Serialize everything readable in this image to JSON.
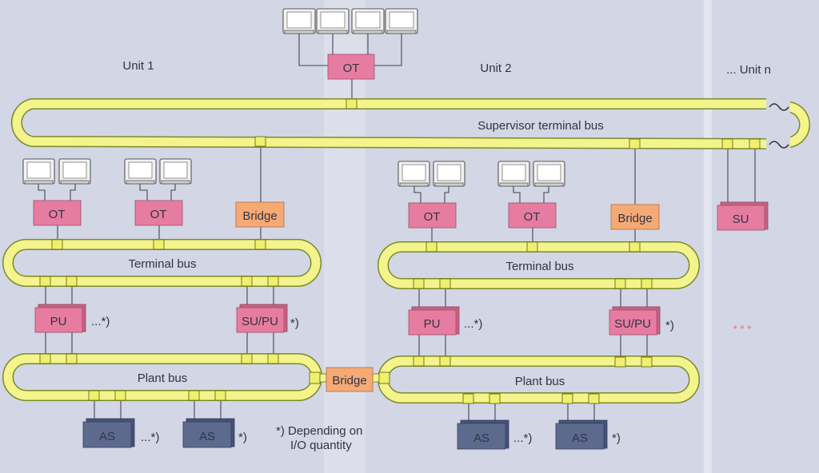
{
  "colors": {
    "background": "#d3d6e4",
    "panel_light": "#dfe1ec",
    "bus_fill": "#f4f48c",
    "bus_edge": "#7c8a2a",
    "ot_box": "#e67da0",
    "pu_box": "#e67da0",
    "bridge_box": "#f5aa75",
    "as_box": "#5c6a8e",
    "dots": "#e98fa8"
  },
  "labels": {
    "unit1": "Unit 1",
    "unit2": "Unit 2",
    "unitn": "... Unit n",
    "supervisor_bus": "Supervisor terminal bus",
    "terminal_bus": "Terminal bus",
    "plant_bus": "Plant bus",
    "depending_line1": "*) Depending on",
    "depending_line2": "I/O quantity",
    "ellipsis": "...*)",
    "asterisk": "*)",
    "dots": "• • •"
  },
  "components": {
    "ot": "OT",
    "bridge": "Bridge",
    "su": "SU",
    "pu": "PU",
    "supu": "SU/PU",
    "as": "AS"
  },
  "icons": {
    "monitor": "monitor-icon",
    "break": "tilde-break-icon"
  }
}
